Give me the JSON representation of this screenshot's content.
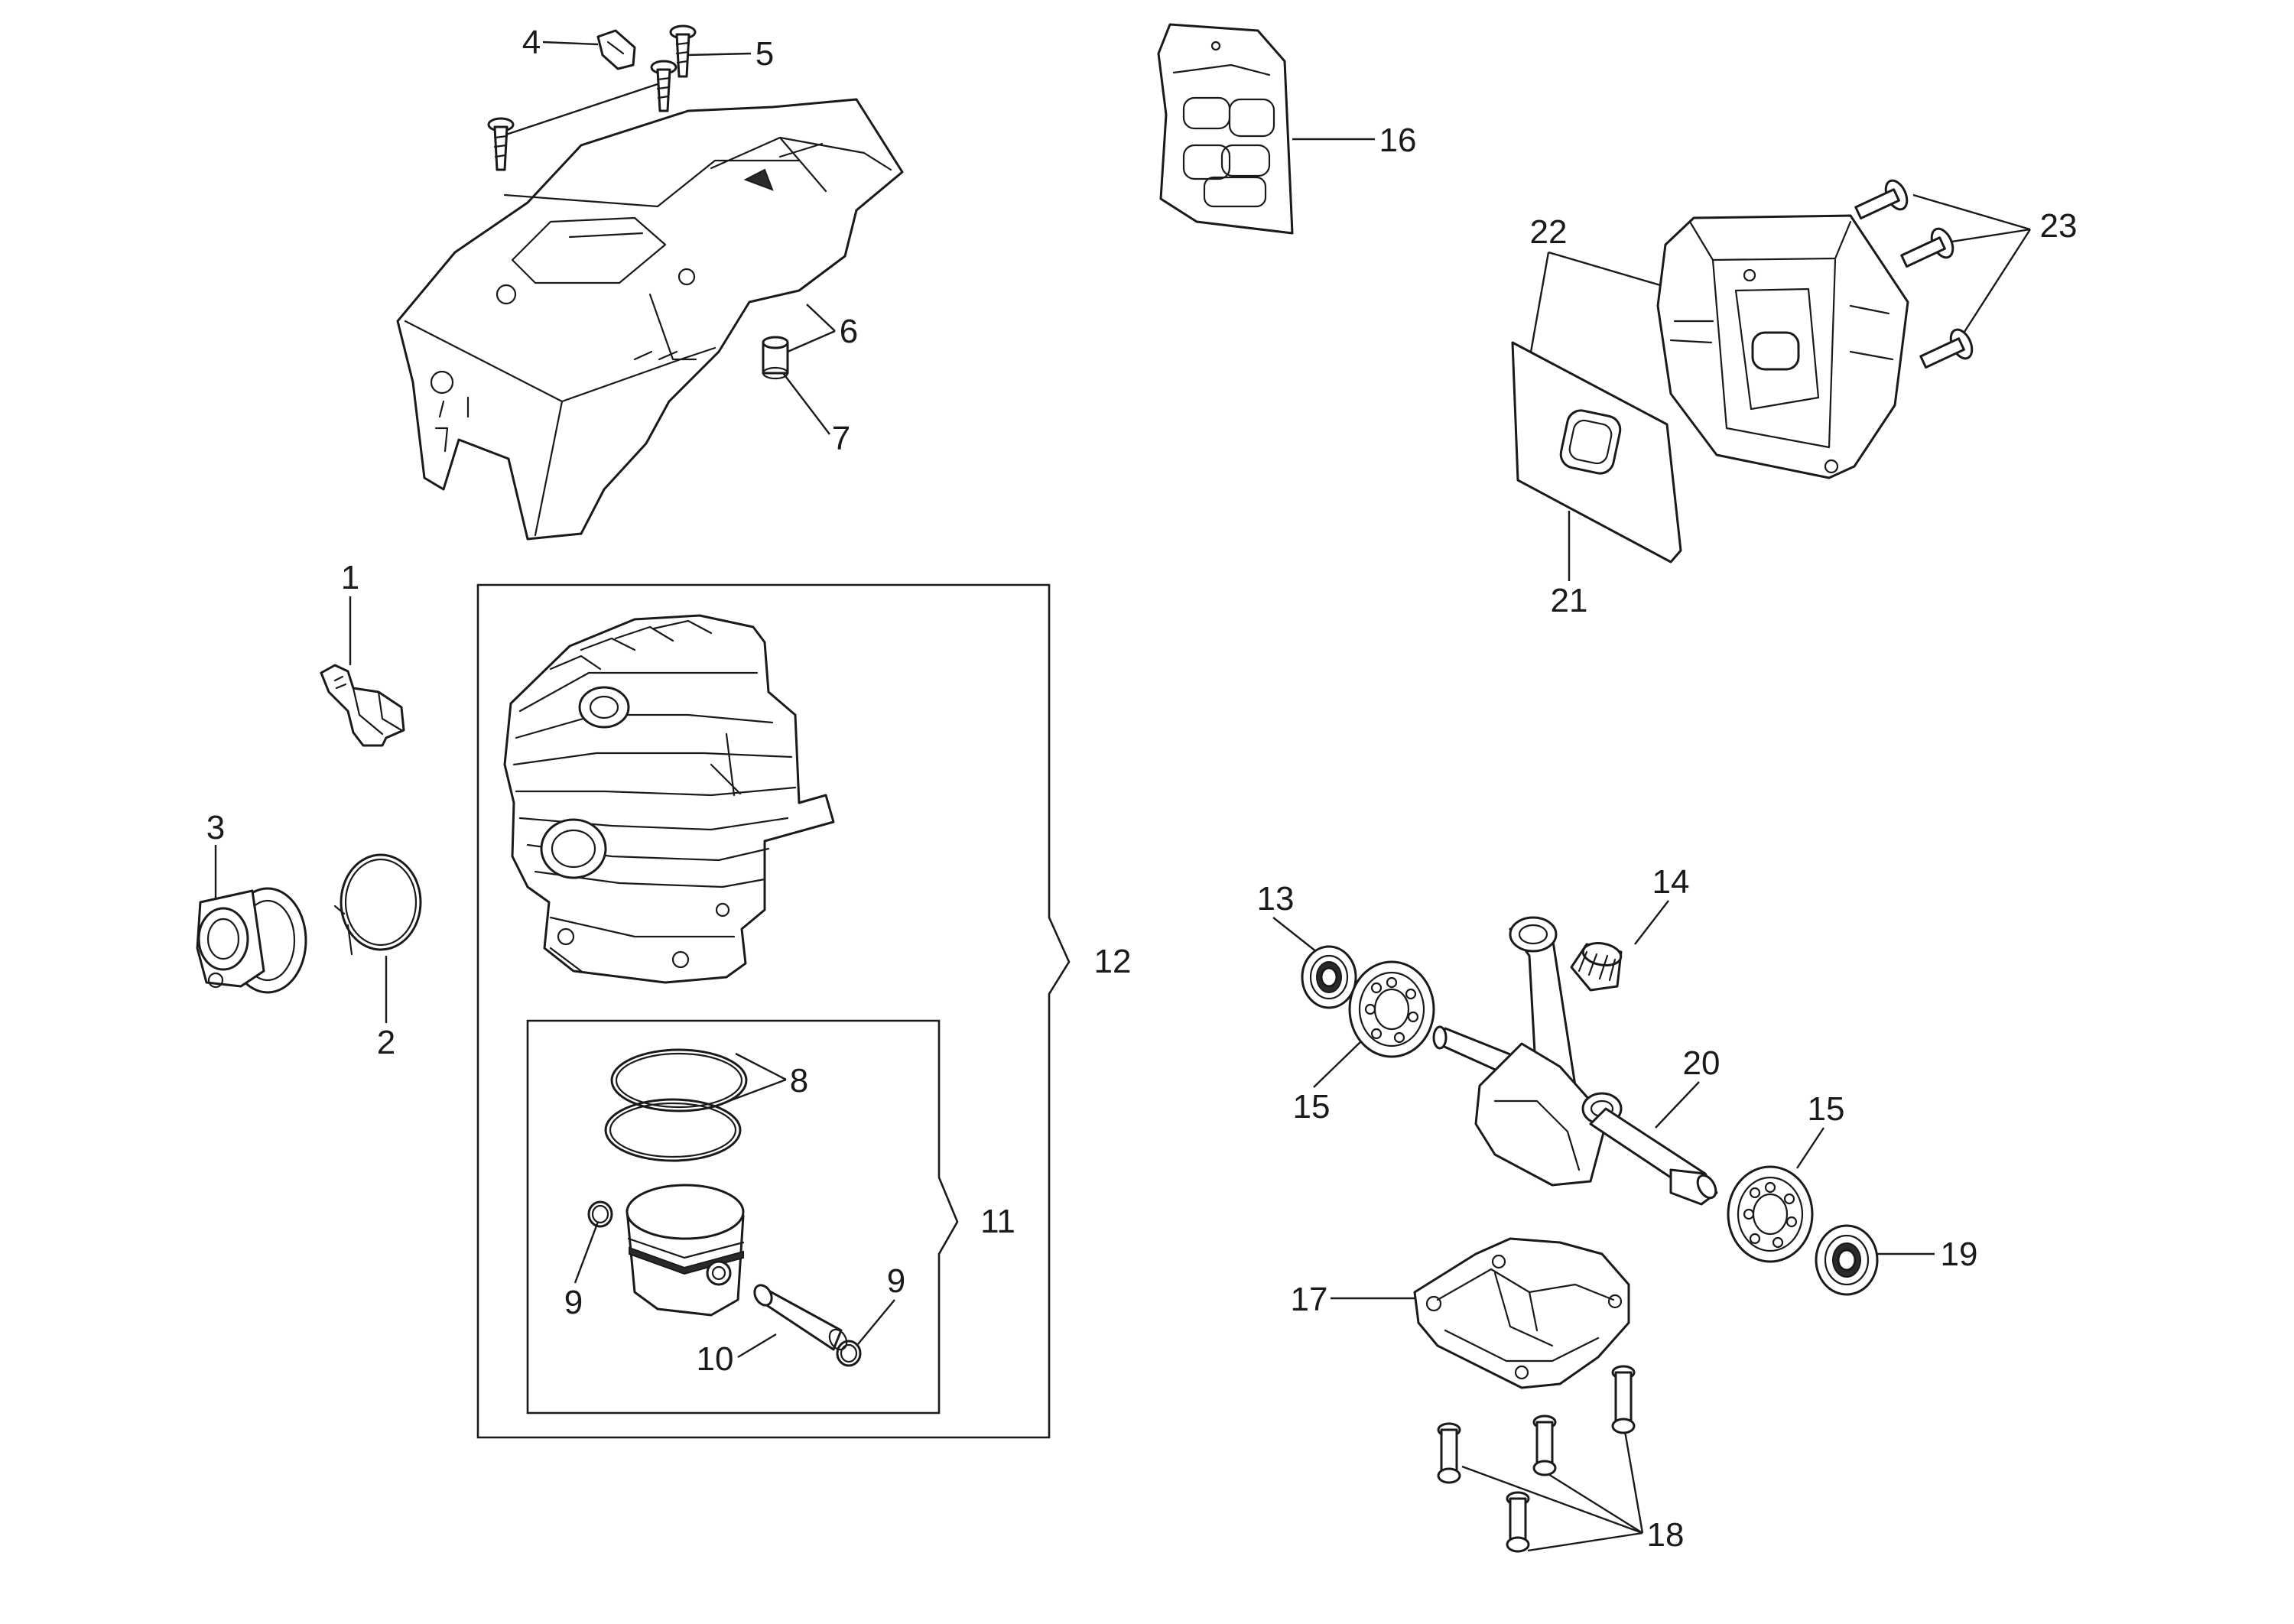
{
  "diagram": {
    "callouts": [
      {
        "id": "c1",
        "text": "1"
      },
      {
        "id": "c2",
        "text": "2"
      },
      {
        "id": "c3",
        "text": "3"
      },
      {
        "id": "c4",
        "text": "4"
      },
      {
        "id": "c5",
        "text": "5"
      },
      {
        "id": "c6",
        "text": "6"
      },
      {
        "id": "c7",
        "text": "7"
      },
      {
        "id": "c8",
        "text": "8"
      },
      {
        "id": "c9a",
        "text": "9"
      },
      {
        "id": "c9b",
        "text": "9"
      },
      {
        "id": "c10",
        "text": "10"
      },
      {
        "id": "c11",
        "text": "11"
      },
      {
        "id": "c12",
        "text": "12"
      },
      {
        "id": "c13",
        "text": "13"
      },
      {
        "id": "c14",
        "text": "14"
      },
      {
        "id": "c15a",
        "text": "15"
      },
      {
        "id": "c15b",
        "text": "15"
      },
      {
        "id": "c16",
        "text": "16"
      },
      {
        "id": "c17",
        "text": "17"
      },
      {
        "id": "c18",
        "text": "18"
      },
      {
        "id": "c19",
        "text": "19"
      },
      {
        "id": "c20",
        "text": "20"
      },
      {
        "id": "c21",
        "text": "21"
      },
      {
        "id": "c22",
        "text": "22"
      },
      {
        "id": "c23",
        "text": "23"
      }
    ],
    "parts": [
      {
        "id": "p1",
        "icon": "spark-plug-icon"
      },
      {
        "id": "p2",
        "icon": "wire-clip-icon"
      },
      {
        "id": "p3",
        "icon": "intake-flange-icon"
      },
      {
        "id": "p4",
        "icon": "clip-nut-icon"
      },
      {
        "id": "p5",
        "icon": "screw-icon"
      },
      {
        "id": "p6",
        "icon": "top-cover-icon"
      },
      {
        "id": "p7",
        "icon": "bushing-icon"
      },
      {
        "id": "p8",
        "icon": "piston-rings-icon"
      },
      {
        "id": "p9",
        "icon": "circlip-icon"
      },
      {
        "id": "p10",
        "icon": "piston-pin-icon"
      },
      {
        "id": "p11",
        "icon": "piston-icon"
      },
      {
        "id": "p12",
        "icon": "cylinder-icon"
      },
      {
        "id": "p13",
        "icon": "oil-seal-icon"
      },
      {
        "id": "p14",
        "icon": "needle-bearing-icon"
      },
      {
        "id": "p15",
        "icon": "ball-bearing-icon"
      },
      {
        "id": "p16",
        "icon": "gasket-sheet-icon"
      },
      {
        "id": "p17",
        "icon": "crankcase-icon"
      },
      {
        "id": "p18",
        "icon": "bolt-icon"
      },
      {
        "id": "p19",
        "icon": "oil-seal-icon"
      },
      {
        "id": "p20",
        "icon": "crankshaft-icon"
      },
      {
        "id": "p21",
        "icon": "muffler-gasket-icon"
      },
      {
        "id": "p22",
        "icon": "muffler-icon"
      },
      {
        "id": "p23",
        "icon": "muffler-screw-icon"
      }
    ]
  }
}
